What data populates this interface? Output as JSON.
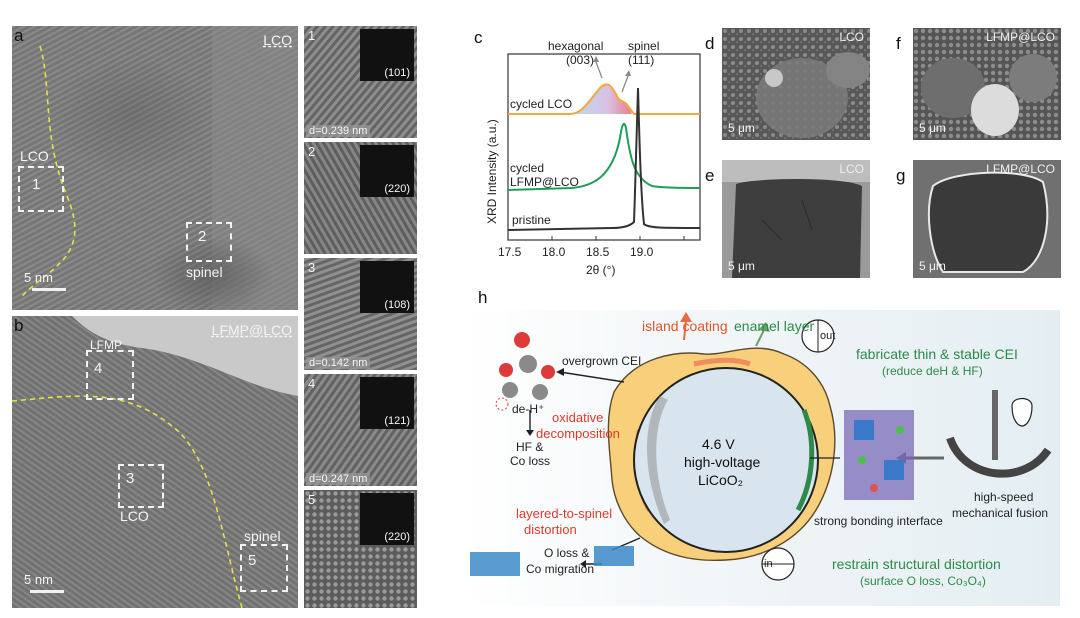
{
  "panel_a": {
    "letter": "a",
    "sample": "LCO",
    "region1": "LCO",
    "box1": "1",
    "box2": "2",
    "region2": "spinel",
    "scale": "5 nm"
  },
  "panel_b": {
    "letter": "b",
    "sample": "LFMP@LCO",
    "region_lfmp": "LFMP",
    "box4": "4",
    "box3": "3",
    "region_lco": "LCO",
    "region_spinel": "spinel",
    "box5": "5",
    "scale": "5 nm"
  },
  "insets": [
    {
      "num": "1",
      "plane": "(101)",
      "d": "d=0.239 nm"
    },
    {
      "num": "2",
      "plane": "(220)",
      "d": ""
    },
    {
      "num": "3",
      "plane": "(108)",
      "d": "d=0.142 nm"
    },
    {
      "num": "4",
      "plane": "(121)",
      "d": "d=0.247 nm"
    },
    {
      "num": "5",
      "plane": "(220)",
      "d": ""
    }
  ],
  "panel_c": {
    "letter": "c",
    "ylabel": "XRD Intensity (a.u.)",
    "xlabel": "2θ (°)",
    "xticks": [
      "17.5",
      "18.0",
      "18.5",
      "19.0"
    ],
    "hexagonal": "hexagonal",
    "hex_plane": "(003)",
    "spinel": "spinel",
    "spinel_plane": "(111)",
    "curve1": "cycled LCO",
    "curve2a": "cycled",
    "curve2b": "LFMP@LCO",
    "curve3": "pristine",
    "colors": {
      "cycled_lco": "#f2a83b",
      "lfmp": "#1f9e5a",
      "pristine": "#333333"
    }
  },
  "sem": [
    {
      "letter": "d",
      "label": "LCO",
      "scale": "5 μm"
    },
    {
      "letter": "f",
      "label": "LFMP@LCO",
      "scale": "5 μm"
    },
    {
      "letter": "e",
      "label": "LCO",
      "scale": "5 μm"
    },
    {
      "letter": "g",
      "label": "LFMP@LCO",
      "scale": "5 μm"
    }
  ],
  "panel_h": {
    "letter": "h",
    "island": "island coating",
    "enamel": "enamel layer",
    "overgrown": "overgrown CEI",
    "deh": "de-H⁺",
    "hf1": "HF &",
    "hf2": "Co loss",
    "oxid1": "oxidative",
    "oxid2": "decomposition",
    "center1": "4.6 V",
    "center2": "high-voltage",
    "center3": "LiCoO₂",
    "layered1": "layered-to-spinel",
    "layered2": "distortion",
    "oloss1": "O loss &",
    "oloss2": "Co migration",
    "out": "out",
    "in": "in",
    "fab1": "fabricate thin & stable CEI",
    "fab2": "(reduce deH & HF)",
    "bond": "strong bonding interface",
    "hs1": "high-speed",
    "hs2": "mechanical fusion",
    "restrain1": "restrain structural distortion",
    "restrain2": "(surface O loss, Co₃O₄)"
  }
}
